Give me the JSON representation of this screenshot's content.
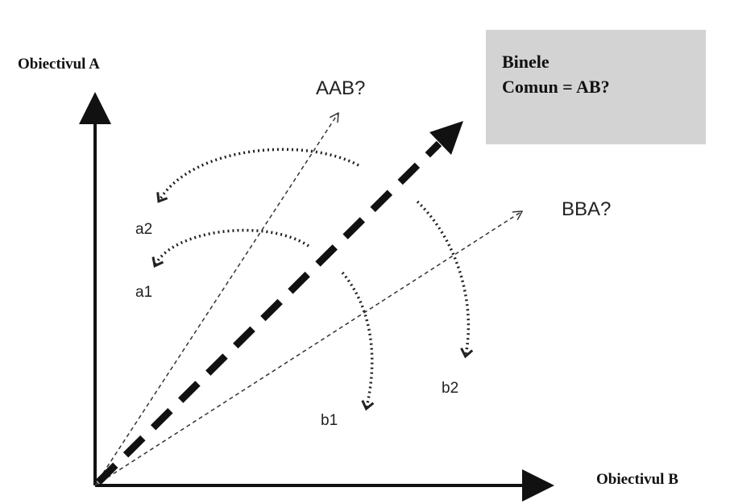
{
  "axes": {
    "y_label": "Obiectivul A",
    "x_label": "Obiectivul B"
  },
  "callout": {
    "line1": "Binele",
    "line2": "Comun = AB?"
  },
  "rays": {
    "aab_label": "AAB?",
    "bba_label": "BBA?"
  },
  "points": {
    "a1": "a1",
    "a2": "a2",
    "b1": "b1",
    "b2": "b2"
  },
  "colors": {
    "axis": "#111111",
    "ray": "#222222",
    "callout_bg": "#d3d3d3"
  }
}
